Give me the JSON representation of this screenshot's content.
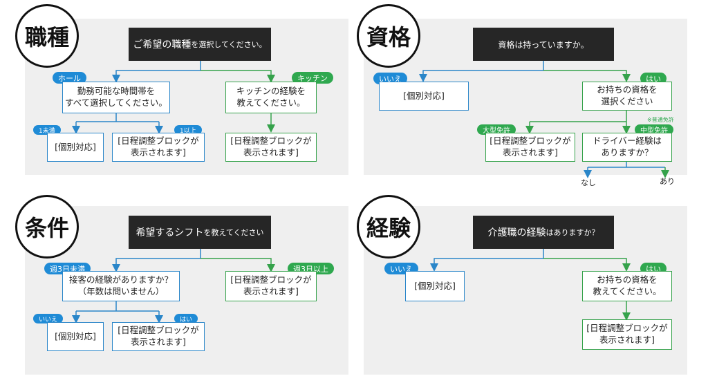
{
  "panels": {
    "shokushu": {
      "badge": "職種",
      "question_a": "ご希望の職種",
      "question_b": "を選択してください。",
      "branch_left": "ホール",
      "branch_right": "キッチン",
      "left_box": [
        "勤務可能な時間帯を",
        "すべて選択してください。"
      ],
      "right_box": [
        "キッチンの経験を",
        "教えてください。"
      ],
      "sub_left": "1未満",
      "sub_right": "1以上",
      "out_individual": "[個別対応]",
      "out_block_1": "[日程調整ブロックが",
      "out_block_2": "表示されます]"
    },
    "shikaku": {
      "badge": "資格",
      "question": "資格は持っていますか。",
      "branch_left": "いいえ",
      "branch_right": "はい",
      "left_box": "[個別対応]",
      "right_box": [
        "お持ちの資格を",
        "選択ください"
      ],
      "note": "※普通免許",
      "sub_left": "大型免許",
      "sub_right": "中型免許",
      "block_1": "[日程調整ブロックが",
      "block_2": "表示されます]",
      "driver_box": [
        "ドライバー経験は",
        "ありますか？"
      ],
      "nashi": "なし",
      "ari": "あり"
    },
    "joken": {
      "badge": "条件",
      "question_a": "希望するシフト",
      "question_b": "を教えてください",
      "branch_left": "週3日未満",
      "branch_right": "週3日以上",
      "left_box": [
        "接客の経験がありますか？",
        "（年数は問いません）"
      ],
      "right_box_1": "[日程調整ブロックが",
      "right_box_2": "表示されます]",
      "sub_left": "いいえ",
      "sub_right": "はい",
      "out_individual": "[個別対応]",
      "out_block_1": "[日程調整ブロックが",
      "out_block_2": "表示されます]"
    },
    "keiken": {
      "badge": "経験",
      "question_a": "介護職の経験",
      "question_b": "はありますか？",
      "branch_left": "いいえ",
      "branch_right": "はい",
      "left_box": "[個別対応]",
      "right_box": [
        "お持ちの資格を",
        "教えてください。"
      ],
      "block_1": "[日程調整ブロックが",
      "block_2": "表示されます]"
    }
  }
}
